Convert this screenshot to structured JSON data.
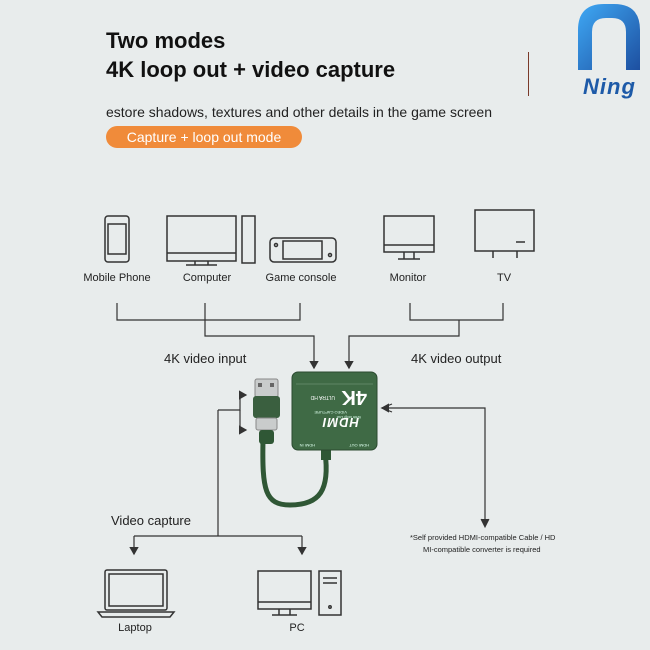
{
  "header": {
    "title_line1": "Two modes",
    "title_line2": "4K loop out + video capture",
    "subtitle": "estore shadows, textures and other details in the game screen",
    "mode_pill": "Capture + loop out mode"
  },
  "brand": {
    "logo_text": "Ning"
  },
  "input_devices": [
    {
      "label": "Mobile Phone",
      "icon": "mobile-phone-icon"
    },
    {
      "label": "Computer",
      "icon": "computer-icon"
    },
    {
      "label": "Game console",
      "icon": "game-console-icon"
    }
  ],
  "output_devices": [
    {
      "label": "Monitor",
      "icon": "monitor-icon"
    },
    {
      "label": "TV",
      "icon": "tv-icon"
    }
  ],
  "capture_devices": [
    {
      "label": "Laptop",
      "icon": "laptop-icon"
    },
    {
      "label": "PC",
      "icon": "pc-icon"
    }
  ],
  "labels": {
    "input": "4K video input",
    "output": "4K video output",
    "capture": "Video capture"
  },
  "device": {
    "big_text": "4K",
    "sub_text": "ULTRA HD",
    "hdmi_logo": "HDMI",
    "port_out": "HDMI OUT",
    "port_in": "HDMI IN",
    "caption": "VIDEO CAPTURE",
    "caption2": "With loop Out"
  },
  "note": {
    "line1": "*Self provided HDMI-compatible Cable / HD",
    "line2": "MI-compatible converter is required"
  },
  "colors": {
    "accent": "#f08b3a",
    "device": "#3f6a45",
    "brand": "#1d5aa8",
    "line": "#333333"
  }
}
